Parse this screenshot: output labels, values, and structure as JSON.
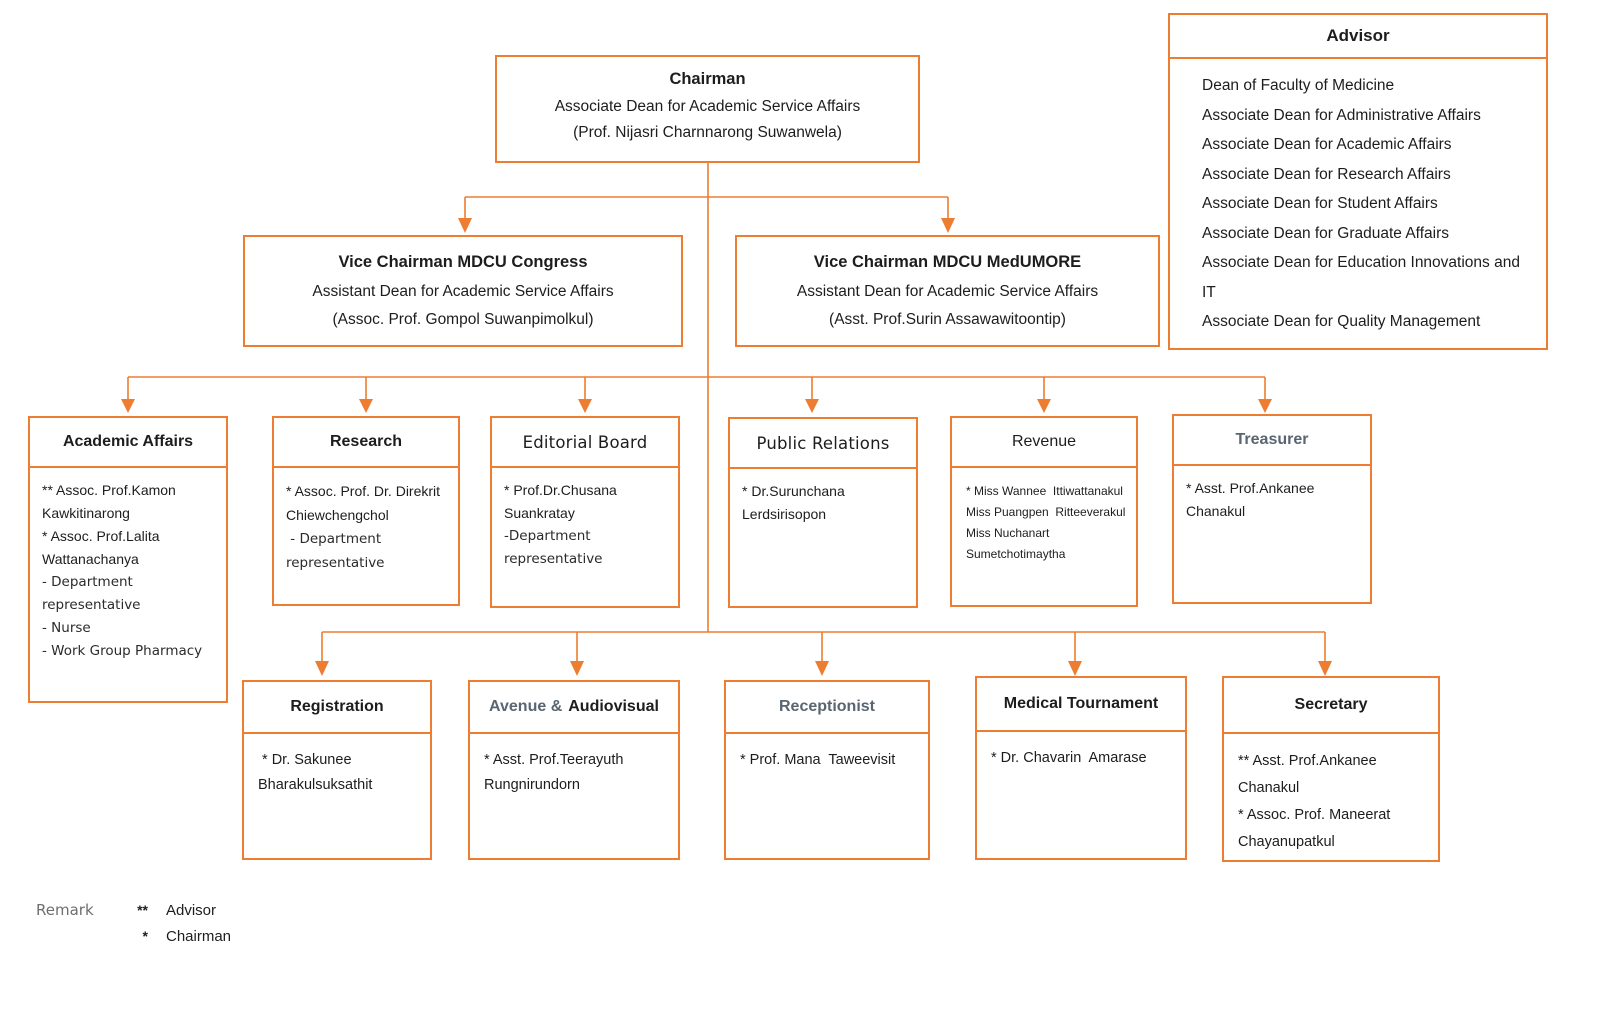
{
  "palette": {
    "accent": "#ED7D31",
    "ink": "#1d1d1d",
    "muted_header": "#596672",
    "muted_label": "#6e6e6e"
  },
  "chairman": {
    "title": "Chairman",
    "subtitle": "Associate Dean for Academic Service Affairs",
    "person": "(Prof. Nijasri Charnnarong Suwanwela)"
  },
  "advisor": {
    "title": "Advisor",
    "members": [
      "Dean of Faculty of Medicine",
      "Associate Dean for Administrative Affairs",
      "Associate Dean for Academic Affairs",
      "Associate Dean for Research Affairs",
      "Associate Dean for Student Affairs",
      "Associate Dean for Graduate Affairs",
      "Associate Dean for Education Innovations and IT",
      "Associate Dean for Quality Management"
    ]
  },
  "vice_chairmen": [
    {
      "title": "Vice Chairman MDCU Congress",
      "subtitle": "Assistant Dean for Academic Service Affairs",
      "person": "(Assoc. Prof. Gompol  Suwanpimolkul)"
    },
    {
      "title": "Vice Chairman MDCU MedUMORE",
      "subtitle": "Assistant Dean for Academic Service Affairs",
      "person": "(Asst. Prof.Surin  Assawawitoontip)"
    }
  ],
  "committees": [
    {
      "title": "Academic Affairs",
      "members": [
        "** Assoc. Prof.Kamon Kawkitinarong",
        "* Assoc. Prof.Lalita Wattanachanya",
        "- Department representative",
        "- Nurse",
        "- Work Group Pharmacy"
      ]
    },
    {
      "title": "Research",
      "members": [
        "* Assoc. Prof. Dr. Direkrit Chiewchengchol",
        " - Department representative"
      ]
    },
    {
      "title": "Editorial Board",
      "members": [
        "* Prof.Dr.Chusana  Suankratay",
        "-Department representative"
      ]
    },
    {
      "title": "Public Relations",
      "members": [
        "* Dr.Surunchana Lerdsirisopon"
      ]
    },
    {
      "title": "Revenue",
      "members": [
        "* Miss Wannee  Ittiwattanakul",
        "Miss Puangpen  Ritteeverakul",
        "Miss Nuchanart Sumetchotimaytha"
      ]
    },
    {
      "title": "Treasurer",
      "members": [
        "* Asst. Prof.Ankanee Chanakul"
      ]
    }
  ],
  "subcommittees": [
    {
      "title": "Registration",
      "members": [
        " * Dr. Sakunee Bharakulsuksathit"
      ]
    },
    {
      "title_gray": "Avenue &",
      "title_black": "Audiovisual",
      "members": [
        "* Asst. Prof.Teerayuth Rungnirundorn"
      ]
    },
    {
      "title": "Receptionist",
      "members": [
        "* Prof. Mana  Taweevisit"
      ]
    },
    {
      "title": "Medical Tournament",
      "members": [
        "* Dr. Chavarin  Amarase"
      ]
    },
    {
      "title": "Secretary",
      "members": [
        "** Asst. Prof.Ankanee Chanakul",
        "* Assoc. Prof. Maneerat Chayanupatkul"
      ]
    }
  ],
  "remark": {
    "label": "Remark",
    "entries": [
      {
        "symbol": "**",
        "meaning": "Advisor"
      },
      {
        "symbol": "*",
        "meaning": "Chairman"
      }
    ]
  }
}
